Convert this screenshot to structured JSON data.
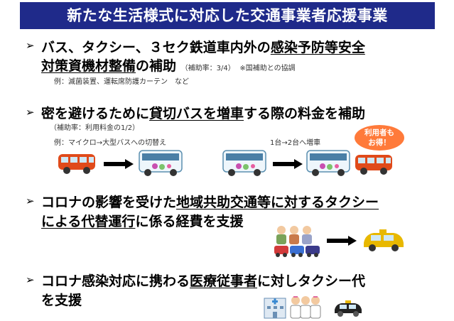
{
  "title": "新たな生活様式に対応した交通事業者応援事業",
  "bullet_symbol": "➢",
  "items": [
    {
      "line1_a": "バス、タクシー、３セク鉄道車内外の",
      "line1_b": "感染予防等安全",
      "line2_a": "対策資機材整備",
      "line2_b": "の補助",
      "rate": "（補助率：3/4）",
      "note": "※国補助との協調",
      "example": "例：滅菌装置、運転席防護カーテン　など"
    },
    {
      "head_a": "密を避けるために",
      "head_b": "貸切バスを増車",
      "head_c": "する際の料金を補助",
      "rate": "（補助率：利用料金の1/2）",
      "example1": "例：マイクロ→大型バスへの切替え",
      "example2": "1台→2台へ増車",
      "badge": "利用者も\nお得！"
    },
    {
      "line1_a": "コロナの影響を受けた",
      "line1_b": "地域共助交通等に対するタクシー",
      "line2_a": "による代替運行",
      "line2_b": "に係る経費を支援"
    },
    {
      "line1_a": "コロナ感染対応に携わる",
      "line1_b": "医療従事者",
      "line1_c": "に対しタクシー代",
      "line2": "を支援"
    }
  ],
  "icons": [
    "minibus-icon",
    "bus-icon",
    "car-icon",
    "taxi-icon",
    "hospital-icon",
    "medical-staff-icon",
    "elderly-people-icon"
  ],
  "colors": {
    "banner": "#1f2a8a",
    "badge": "#ff7a3a",
    "bus_body": "#e8f4fa",
    "minibus": "#e04a1a",
    "taxi": "#e8b800"
  }
}
